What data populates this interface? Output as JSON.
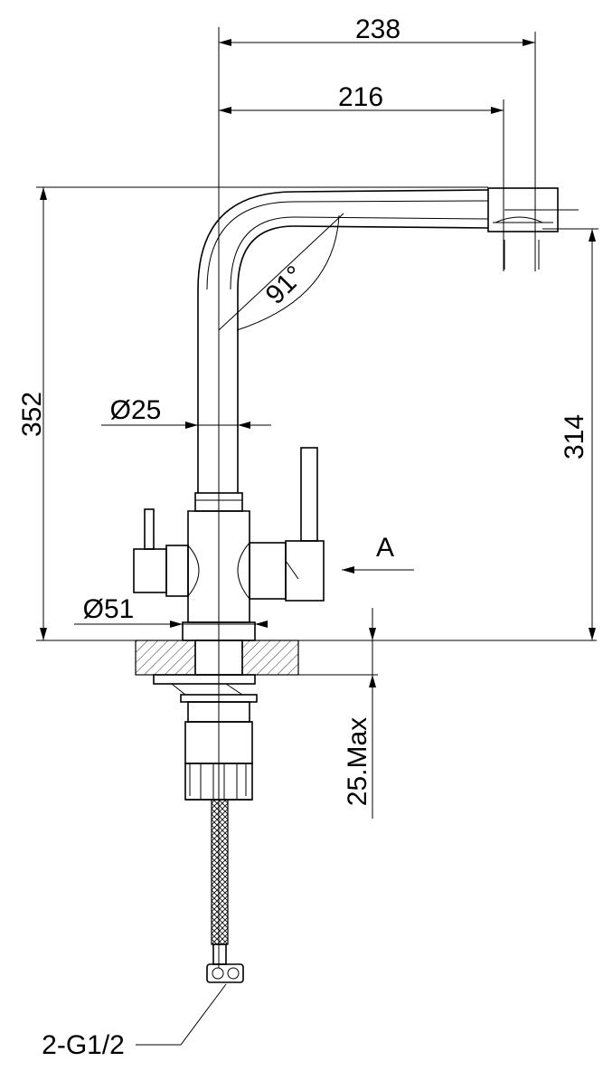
{
  "diagram": {
    "dimensions": {
      "overall_reach": "238",
      "spout_reach": "216",
      "overall_height": "352",
      "spout_height": "314",
      "spout_angle": "91°",
      "body_diameter": "Ø25",
      "base_diameter": "Ø51",
      "max_counter_thickness": "25.Max"
    },
    "view_label": "A",
    "connection_label": "2-G1/2"
  },
  "colors": {
    "line": "#000000",
    "background": "#ffffff",
    "hatch": "#000000"
  }
}
